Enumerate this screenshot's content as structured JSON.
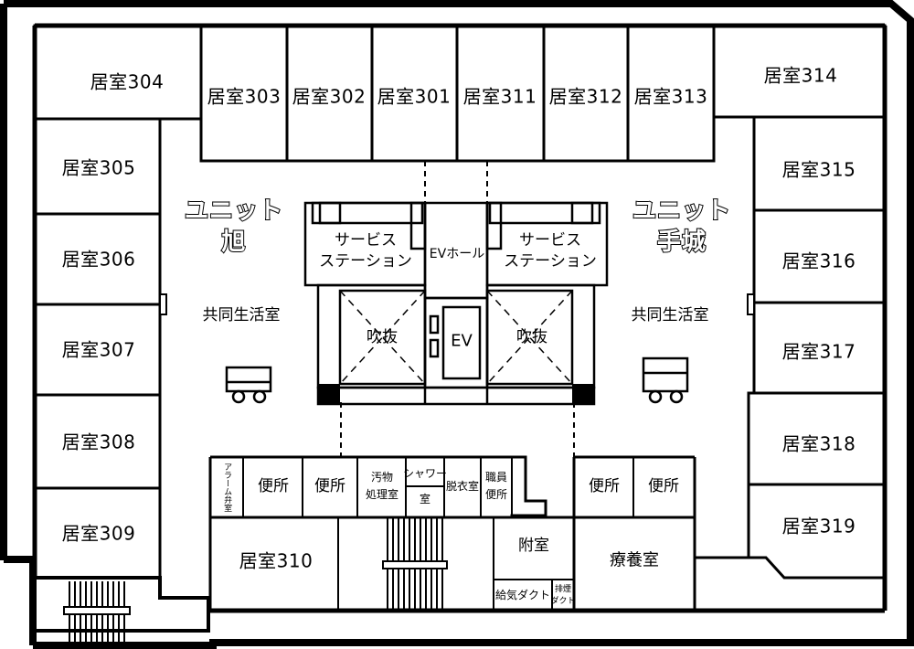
{
  "rooms": {
    "r303": "居室303",
    "r302": "居室302",
    "r301": "居室301",
    "r311": "居室311",
    "r312": "居室312",
    "r313": "居室313",
    "r304": "居室304",
    "r305": "居室305",
    "r306": "居室306",
    "r307": "居室307",
    "r308": "居室308",
    "r309": "居室309",
    "r310": "居室310",
    "r314": "居室314",
    "r315": "居室315",
    "r316": "居室316",
    "r317": "居室317",
    "r318": "居室318",
    "r319": "居室319"
  },
  "units": {
    "left_line1": "ユニット",
    "left_line2": "旭",
    "right_line1": "ユニット",
    "right_line2": "手城"
  },
  "areas": {
    "common_left": "共同生活室",
    "common_right": "共同生活室",
    "service_left_1": "サービス",
    "service_left_2": "ステーション",
    "service_right_1": "サービス",
    "service_right_2": "ステーション",
    "atrium_left": "吹抜",
    "atrium_right": "吹抜",
    "ev_hall": "EVホール",
    "ev": "EV",
    "alarm_valve": "アラーム弁室",
    "toilet_1": "便所",
    "toilet_2": "便所",
    "toilet_3": "便所",
    "toilet_4": "便所",
    "filth_1": "汚物",
    "filth_2": "処理室",
    "shower_1": "シャワー",
    "shower_2": "室",
    "changing": "脱衣室",
    "staff_1": "職員",
    "staff_2": "便所",
    "annex": "附室",
    "supply_duct": "給気ダクト",
    "exhaust_1": "排煙",
    "exhaust_2": "ダクト",
    "treatment": "療養室"
  }
}
